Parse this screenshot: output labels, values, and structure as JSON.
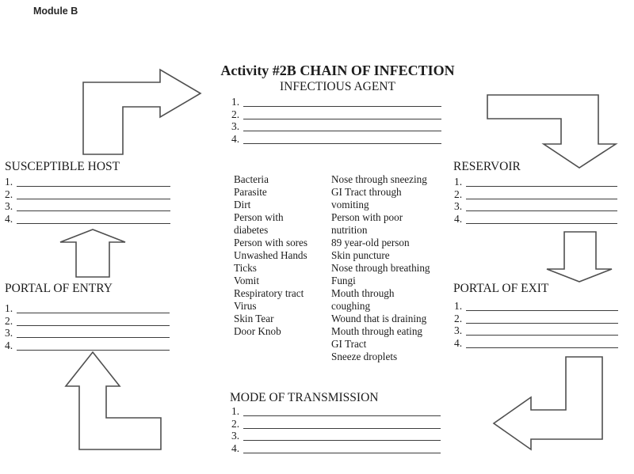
{
  "page": {
    "module_label": "Module B",
    "title": "Activity #2B CHAIN OF INFECTION"
  },
  "sections": {
    "infectious_agent": {
      "heading": "INFECTIOUS AGENT",
      "blank_numbers": [
        "1.",
        "2.",
        "3.",
        "4."
      ]
    },
    "susceptible_host": {
      "heading": "SUSCEPTIBLE HOST",
      "blank_numbers": [
        "1.",
        "2.",
        "3.",
        "4."
      ]
    },
    "reservoir": {
      "heading": "RESERVOIR",
      "blank_numbers": [
        "1.",
        "2.",
        "3.",
        "4."
      ]
    },
    "portal_of_entry": {
      "heading": "PORTAL OF ENTRY",
      "blank_numbers": [
        "1.",
        "2.",
        "3.",
        "4."
      ]
    },
    "portal_of_exit": {
      "heading": "PORTAL OF EXIT",
      "blank_numbers": [
        "1.",
        "2.",
        "3.",
        "4."
      ]
    },
    "mode_of_transmission": {
      "heading": "MODE OF TRANSMISSION",
      "blank_numbers": [
        "1.",
        "2.",
        "3.",
        "4."
      ]
    }
  },
  "word_bank": {
    "column1_lines": [
      "Bacteria",
      "Parasite",
      "Dirt",
      "Person with",
      "diabetes",
      "Person with sores",
      "Unwashed Hands",
      "Ticks",
      "Vomit",
      "Respiratory tract",
      "Virus",
      "Skin Tear",
      "Door Knob"
    ],
    "column2_lines": [
      "Nose through sneezing",
      "GI Tract through",
      "vomiting",
      "Person with poor",
      "nutrition",
      "89 year-old person",
      "Skin puncture",
      "Nose through breathing",
      "Fungi",
      "Mouth through",
      "coughing",
      "Wound that is draining",
      "Mouth through eating",
      "GI Tract",
      "Sneeze droplets"
    ]
  },
  "colors": {
    "ink": "#1c1c1c",
    "rule_line": "#3d3d3d",
    "arrow_outline": "#4f4f4f",
    "background": "#ffffff"
  }
}
